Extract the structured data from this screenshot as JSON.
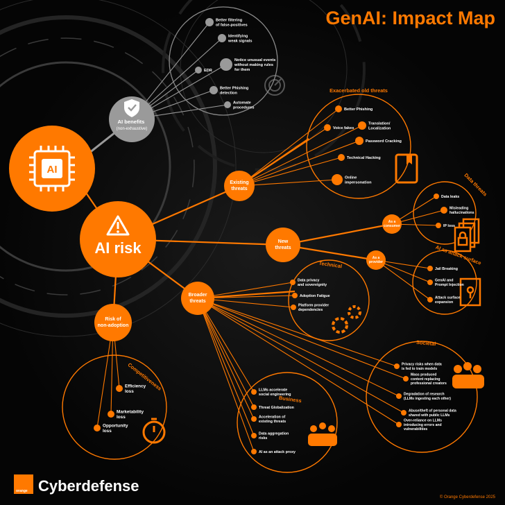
{
  "title": "GenAI: Impact Map",
  "brand": {
    "logo_text": "orange",
    "name": "Cyberdefense"
  },
  "copyright": "© Orange Cyberdefense 2025",
  "center": {
    "ai_chip": "AI",
    "risk": "AI risk"
  },
  "ai_benefits": {
    "label": [
      "AI benefits",
      "(non-exhaustive)"
    ],
    "items": [
      [
        "Better filtering",
        "of false-positives"
      ],
      [
        "Identifying",
        "weak signals"
      ],
      [
        "Notice unusual events",
        "without making rules",
        "for them"
      ],
      [
        "EDR"
      ],
      [
        "Better Phishing",
        "detection"
      ],
      [
        "Automate",
        "procedures"
      ]
    ]
  },
  "existing_threats": {
    "hub": [
      "Existing",
      "threats"
    ],
    "section_title": "Exacerbated old threats",
    "items": [
      [
        "Better Phishing"
      ],
      [
        "Translation/",
        "Localization"
      ],
      [
        "Voice fakes"
      ],
      [
        "Password Cracking"
      ],
      [
        "Technical Hacking"
      ],
      [
        "Online",
        "impersonation"
      ]
    ]
  },
  "new_threats": {
    "hub": [
      "New",
      "threats"
    ],
    "as_consumer": [
      "As a",
      "consumer"
    ],
    "as_provider": [
      "As a",
      "provider"
    ],
    "data_title": "Data threats",
    "data_items": [
      [
        "Data leaks"
      ],
      [
        "Misleading",
        "hallucinations"
      ],
      [
        "IP loss"
      ]
    ],
    "attack_title": "AI as attack surface",
    "attack_items": [
      [
        "Jail Breaking"
      ],
      [
        "GenAI and",
        "Prompt Injection"
      ],
      [
        "Attack surface",
        "expansion"
      ]
    ]
  },
  "broader_threats": {
    "hub": [
      "Broader",
      "threats"
    ],
    "technical_title": "Technical",
    "technical_items": [
      [
        "Data privacy",
        "and sovereignity"
      ],
      [
        "Adoption Fatigue"
      ],
      [
        "Platform provider",
        "dependencies"
      ]
    ],
    "societal_title": "Societal",
    "societal_items": [
      [
        "Privacy risks when data",
        "is fed to train models"
      ],
      [
        "Mass produced",
        "content replacing",
        "professional creators"
      ],
      [
        "Degradation of research",
        "(LLMs ingesting each other)"
      ],
      [
        "Abuse/theft of personal data",
        "shared with public LLMs"
      ],
      [
        "Over-reliance on LLMs",
        "introducing errors and",
        "vulnerabilities"
      ]
    ],
    "business_title": "Business",
    "business_items": [
      [
        "LLMs accelerate",
        "social engineering"
      ],
      [
        "Threat Globalization"
      ],
      [
        "Acceleration of",
        "existing threats"
      ],
      [
        "Data aggregation",
        "risks"
      ],
      [
        "AI as an attack proxy"
      ]
    ]
  },
  "non_adoption": {
    "hub": [
      "Risk of",
      "non-adoption"
    ],
    "section_title": "Competitiveness",
    "items": [
      [
        "Efficiency",
        "loss"
      ],
      [
        "Marketability",
        "loss"
      ],
      [
        "Opportunity",
        "loss"
      ]
    ]
  },
  "colors": {
    "orange": "#ff7900",
    "grey": "#9a9a9a",
    "background": "#050505",
    "white": "#ffffff"
  },
  "icons": [
    "shield-check-icon",
    "ai-chip-icon",
    "warning-icon",
    "radar-icon",
    "book-icon",
    "documents-lock-icon",
    "door-lock-icon",
    "gears-icon",
    "people-group-icon",
    "stopwatch-icon",
    "orange-logo-icon"
  ]
}
